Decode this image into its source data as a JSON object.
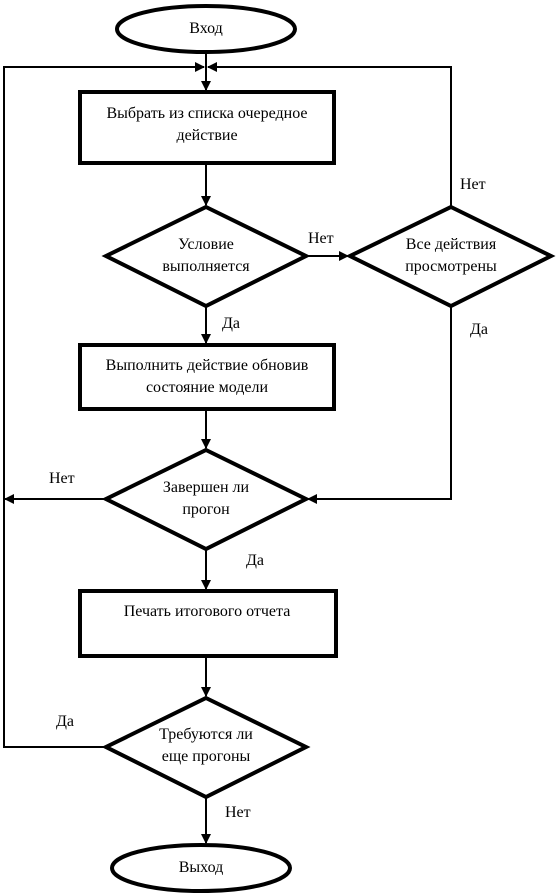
{
  "nodes": {
    "start": "Вход",
    "select_action": [
      "Выбрать из списка очередное",
      "действие"
    ],
    "condition": [
      "Условие",
      "выполняется"
    ],
    "all_viewed": [
      "Все действия",
      "просмотрены"
    ],
    "execute": [
      "Выполнить действие обновив",
      "состояние модели"
    ],
    "run_done": [
      "Завершен ли",
      "прогон"
    ],
    "print_report": "Печать итогового отчета",
    "more_runs": [
      "Требуются ли",
      "еще прогоны"
    ],
    "end": "Выход"
  },
  "edge_labels": {
    "all_viewed_no": "Нет",
    "condition_no": "Нет",
    "condition_yes": "Да",
    "all_viewed_yes": "Да",
    "run_done_no": "Нет",
    "run_done_yes": "Да",
    "more_runs_yes": "Да",
    "more_runs_no": "Нет"
  }
}
